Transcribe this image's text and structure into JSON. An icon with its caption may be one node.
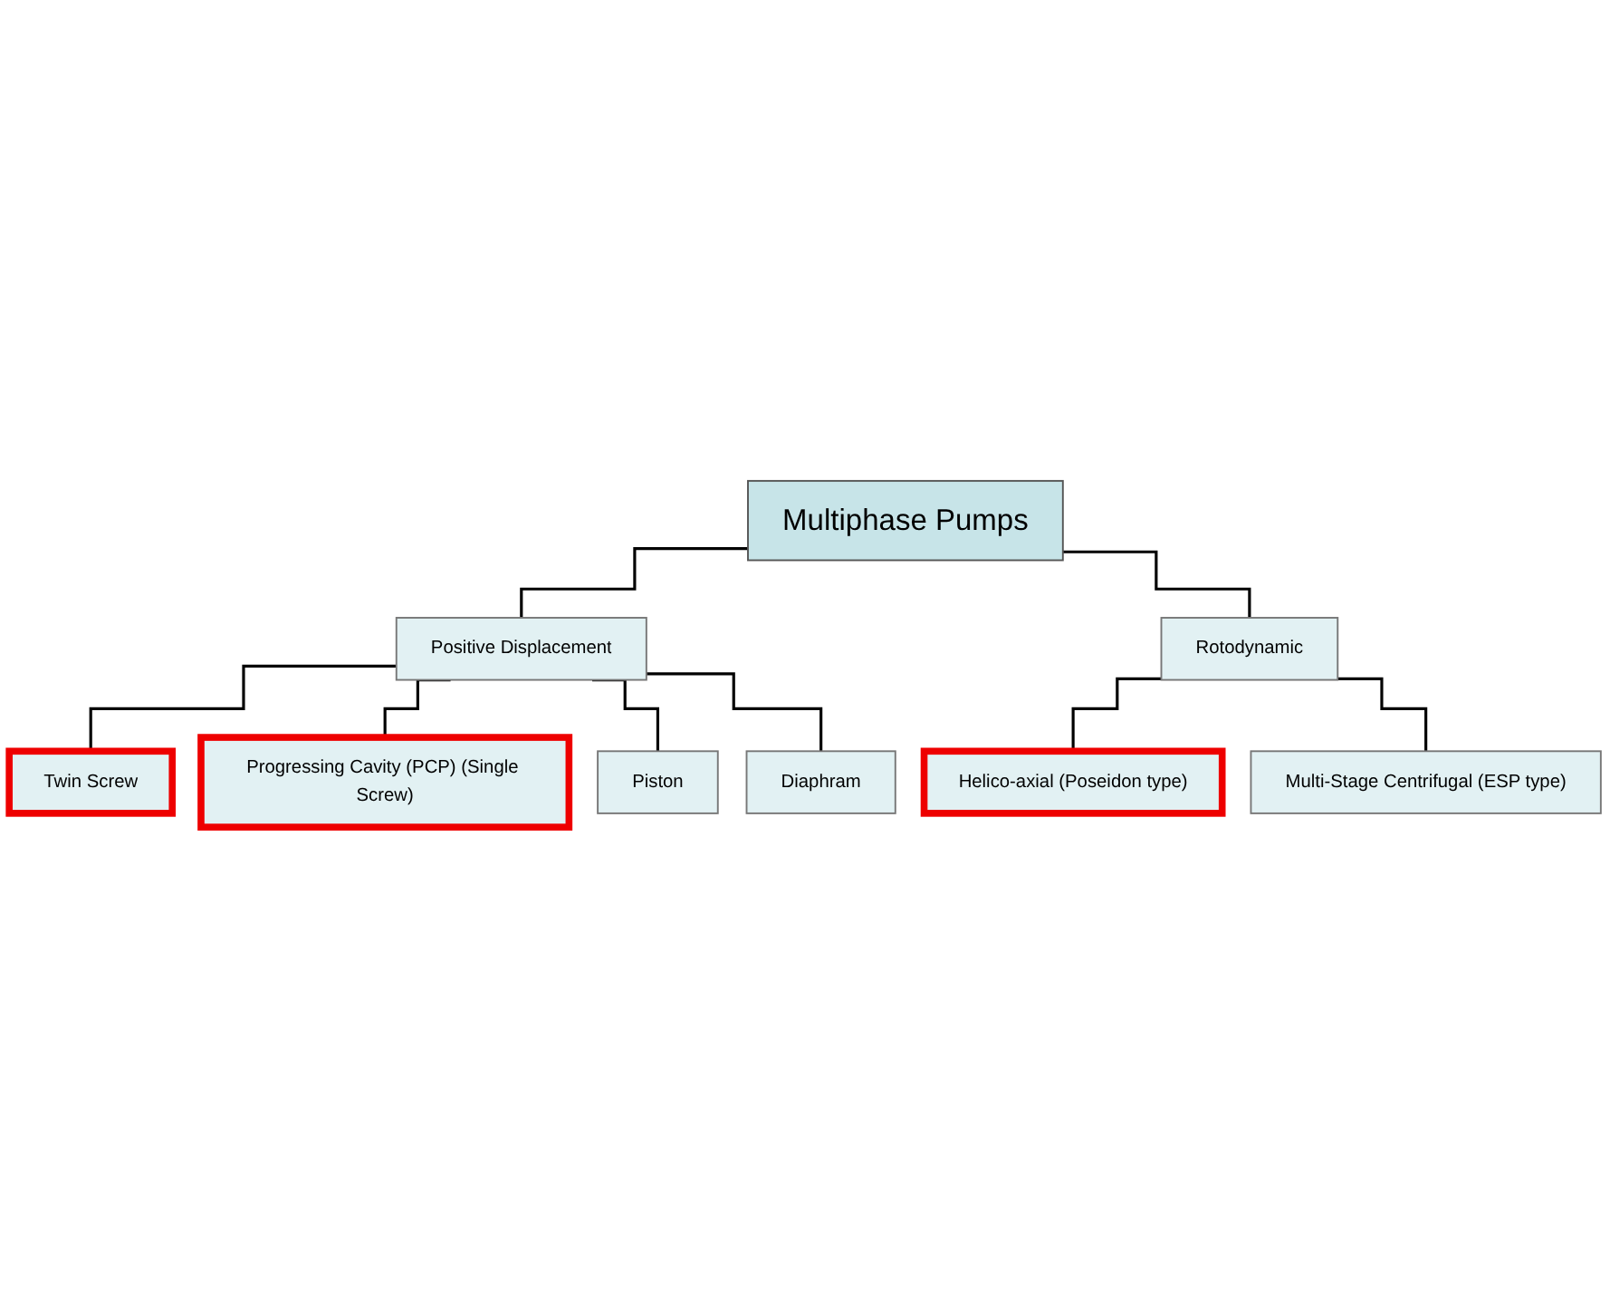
{
  "diagram": {
    "nodes": [
      {
        "text": [
          "Multiphase Pumps"
        ]
      },
      {
        "text": [
          "Positive Displacement"
        ]
      },
      {
        "text": [
          "Rotodynamic"
        ]
      },
      {
        "text": [
          "Twin Screw"
        ]
      },
      {
        "text": [
          "Progressing Cavity (PCP) (Single Screw)"
        ]
      },
      {
        "text": [
          "Piston"
        ]
      },
      {
        "text": [
          "Diaphram"
        ]
      },
      {
        "text": [
          "Helico-axial (Poseidon type)"
        ]
      },
      {
        "text": [
          "Multi-Stage Centrifugal (ESP type)"
        ]
      }
    ],
    "edges": [
      {
        "from": 0,
        "to": 1,
        "arrow": "none"
      },
      {
        "from": 0,
        "to": 2,
        "arrow": "none"
      },
      {
        "from": 1,
        "to": 3,
        "arrow": "none"
      },
      {
        "from": 1,
        "to": 4,
        "arrow": "none"
      },
      {
        "from": 1,
        "to": 5,
        "arrow": "none"
      },
      {
        "from": 1,
        "to": 6,
        "arrow": "none"
      },
      {
        "from": 2,
        "to": 7,
        "arrow": "none"
      },
      {
        "from": 2,
        "to": 8,
        "arrow": "none"
      }
    ]
  }
}
